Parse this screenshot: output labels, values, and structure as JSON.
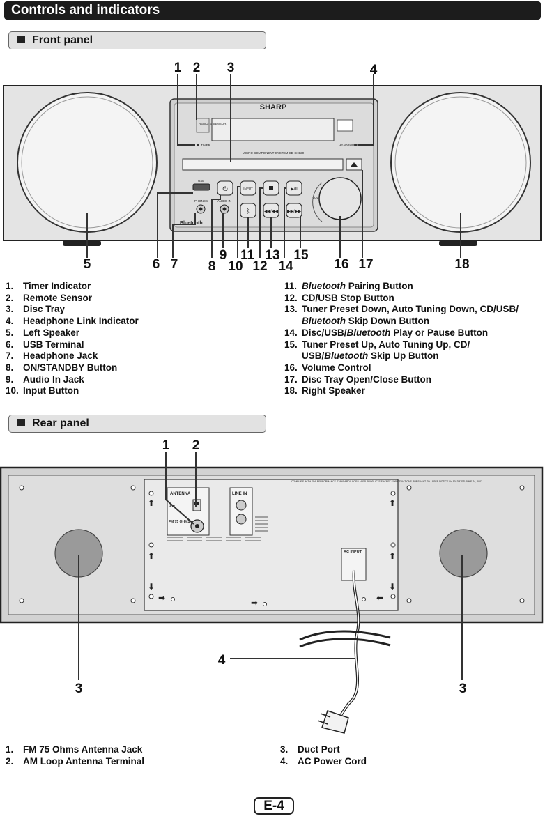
{
  "page_title": "Controls and indicators",
  "front_panel": {
    "heading": "Front panel",
    "device_labels": {
      "brand": "SHARP",
      "remote_sensor": "REMOTE SENSOR",
      "timer": "TIMER",
      "model": "MICRO COMPONENT SYSTEM CD-SH120",
      "headphone_link": "HEADPHONE LINK",
      "usb": "USB",
      "phones": "PHONES",
      "audio_in": "AUDIO IN",
      "input": "INPUT",
      "bluetooth": "Bluetooth",
      "vol": "VOL"
    },
    "callouts": [
      "1",
      "2",
      "3",
      "4",
      "5",
      "6",
      "7",
      "8",
      "9",
      "10",
      "11",
      "12",
      "13",
      "14",
      "15",
      "16",
      "17",
      "18"
    ],
    "items_left": [
      {
        "num": "1.",
        "text": "Timer Indicator"
      },
      {
        "num": "2.",
        "text": "Remote Sensor"
      },
      {
        "num": "3.",
        "text": "Disc Tray"
      },
      {
        "num": "4.",
        "text": "Headphone Link Indicator"
      },
      {
        "num": "5.",
        "text": "Left Speaker"
      },
      {
        "num": "6.",
        "text": "USB Terminal"
      },
      {
        "num": "7.",
        "text": "Headphone Jack"
      },
      {
        "num": "8.",
        "text": "ON/STANDBY Button"
      },
      {
        "num": "9.",
        "text": "Audio In Jack"
      },
      {
        "num": "10.",
        "text": "Input Button"
      }
    ],
    "items_right": [
      {
        "num": "11.",
        "italic": "Bluetooth",
        "text": " Pairing Button"
      },
      {
        "num": "12.",
        "text": "CD/USB Stop Button"
      },
      {
        "num": "13.",
        "text": "Tuner Preset Down, Auto Tuning Down, CD/USB/"
      },
      {
        "num": "",
        "italic": "Bluetooth",
        "text": " Skip Down Button"
      },
      {
        "num": "14.",
        "pre": "Disc/USB/",
        "italic": "Bluetooth",
        "text": " Play or Pause Button"
      },
      {
        "num": "15.",
        "text": "Tuner Preset Up, Auto Tuning Up, CD/"
      },
      {
        "num": "",
        "pre": "USB/",
        "italic": "Bluetooth",
        "text": " Skip Up Button"
      },
      {
        "num": "16.",
        "text": "Volume Control"
      },
      {
        "num": "17.",
        "text": "Disc Tray Open/Close Button"
      },
      {
        "num": "18.",
        "text": "Right Speaker"
      }
    ]
  },
  "rear_panel": {
    "heading": "Rear panel",
    "device_labels": {
      "antenna": "ANTENNA",
      "am": "AM",
      "fm": "FM 75 OHMS",
      "line_in": "LINE IN",
      "ac_input": "AC INPUT",
      "compliance": "COMPLIES WITH FDA PERFORMANCE STANDARDS FOR LASER PRODUCTS EXCEPT FOR DEVIATIONS PURSUANT TO LASER NOTICE No.50, DATED JUNE 24, 2007"
    },
    "callouts": [
      "1",
      "2",
      "3",
      "3",
      "4"
    ],
    "items_left": [
      {
        "num": "1.",
        "text": "FM 75 Ohms Antenna Jack"
      },
      {
        "num": "2.",
        "text": "AM Loop Antenna Terminal"
      }
    ],
    "items_right": [
      {
        "num": "3.",
        "text": "Duct Port"
      },
      {
        "num": "4.",
        "text": "AC Power Cord"
      }
    ]
  },
  "page_number": "E-4",
  "colors": {
    "title_bg": "#1c1c1c",
    "section_bg": "#e2e2e2",
    "panel_gray": "#d2d2d2",
    "speaker_gray": "#9a9a9a"
  }
}
